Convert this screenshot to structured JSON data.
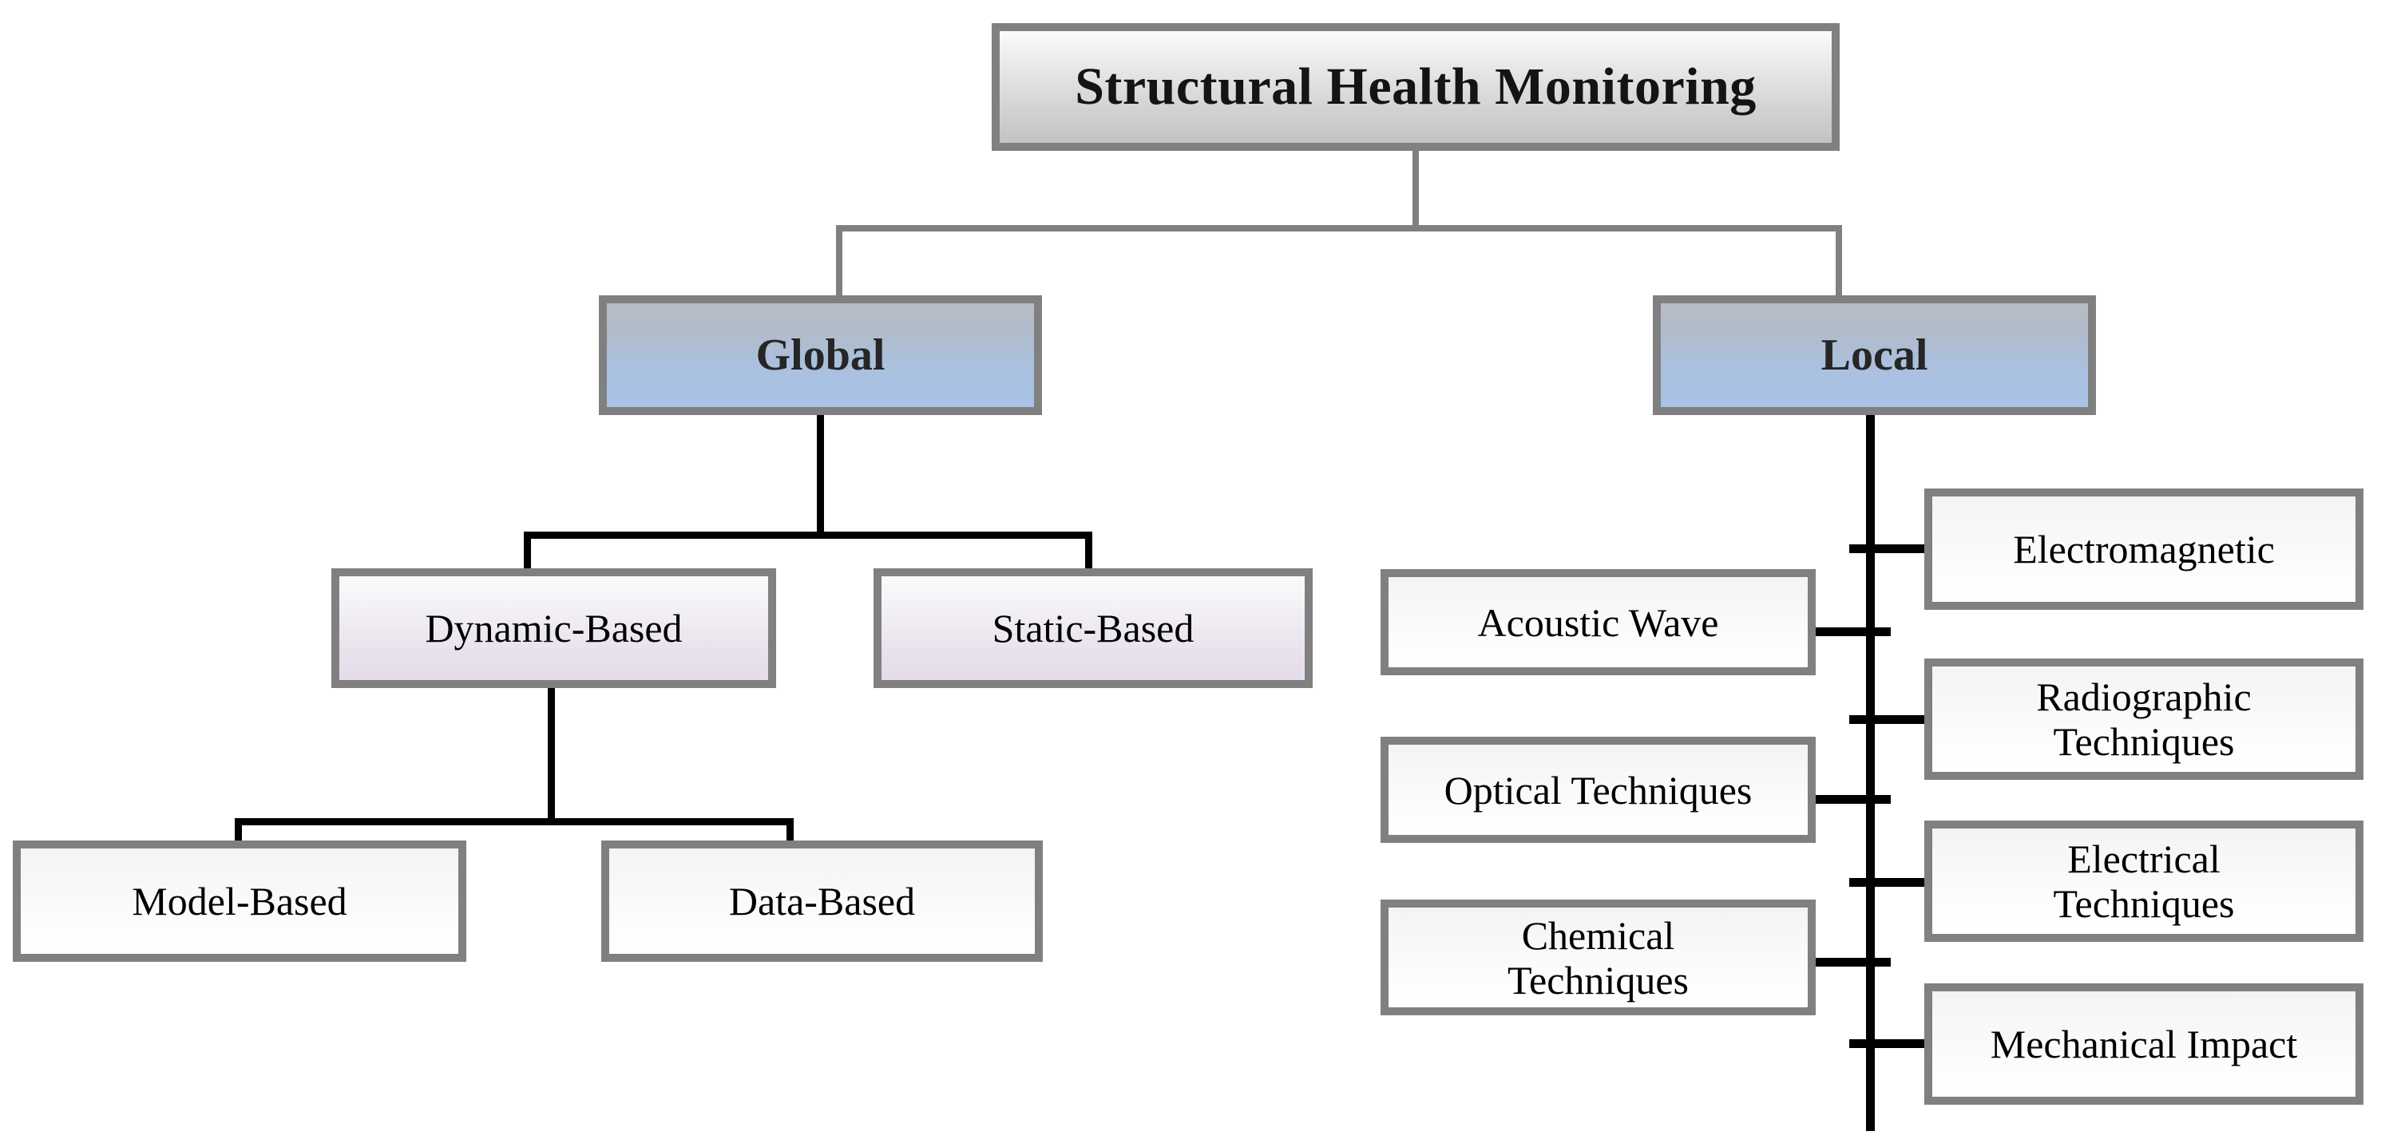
{
  "diagram": {
    "title": "Structural Health Monitoring",
    "type": "hierarchy-tree",
    "orientation": "top-down",
    "colors": {
      "box_border": "#808080",
      "root_fill_top": "#fbfbfb",
      "root_fill_bottom": "#c3c3c3",
      "level2_fill_top": "#b8bcc4",
      "level2_fill_bottom": "#a8c3e8",
      "level3_fill_top": "#fafafb",
      "level3_fill_bottom": "#e4dcea",
      "leaf_fill_top": "#f4f4f4",
      "leaf_fill_bottom": "#ffffff",
      "connector_primary": "#808080",
      "connector_secondary": "#000000",
      "text": "#000000",
      "background": "#ffffff"
    }
  },
  "root": {
    "label": "Structural Health Monitoring"
  },
  "branches": {
    "global": {
      "label": "Global",
      "children": [
        {
          "label": "Dynamic-Based",
          "children": [
            {
              "label": "Model-Based"
            },
            {
              "label": "Data-Based"
            }
          ]
        },
        {
          "label": "Static-Based",
          "children": []
        }
      ]
    },
    "local": {
      "label": "Local",
      "children_left": [
        {
          "label": "Acoustic Wave"
        },
        {
          "label": "Optical Techniques"
        },
        {
          "label": "Chemical\nTechniques"
        }
      ],
      "children_right": [
        {
          "label": "Electromagnetic"
        },
        {
          "label": "Radiographic\nTechniques"
        },
        {
          "label": "Electrical\nTechniques"
        },
        {
          "label": "Mechanical Impact"
        }
      ]
    }
  }
}
